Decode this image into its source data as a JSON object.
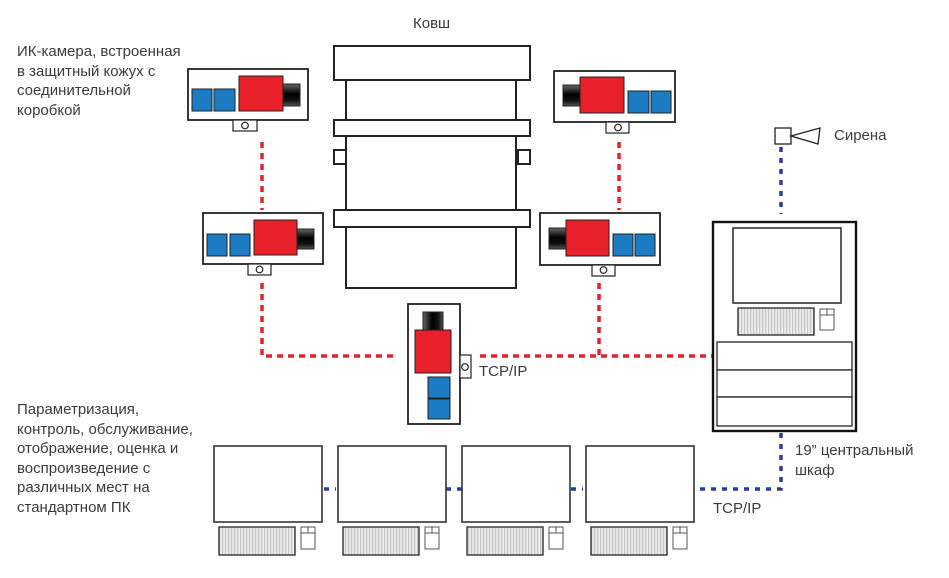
{
  "labels": {
    "ladle": "Ковш",
    "camera_note": [
      "ИК-камера, встроенная",
      "в защитный кожух с",
      "соединительной",
      "коробкой"
    ],
    "siren": "Сирена",
    "tcp_ip_center": "TCP/IP",
    "tcp_ip_bottom": "TCP/IP",
    "cabinet_note": [
      "19” центральный",
      "шкаф"
    ],
    "pc_note": [
      "Параметризация,",
      "контроль, обслуживание,",
      "отображение, оценка и",
      "воспроизведение с",
      "различных мест на",
      "стандартном ПК"
    ]
  },
  "colors": {
    "camera_body": "#e8202a",
    "connector_box": "#1b7cc4",
    "lens": "#111111",
    "camera_network_line": "#e0242a",
    "pc_network_line": "#2b3c9a",
    "outline": "#222222"
  },
  "components": {
    "cameras": [
      {
        "id": "cam-top-left",
        "lens_direction": "right"
      },
      {
        "id": "cam-top-right",
        "lens_direction": "left"
      },
      {
        "id": "cam-mid-left",
        "lens_direction": "right"
      },
      {
        "id": "cam-mid-right",
        "lens_direction": "left"
      },
      {
        "id": "cam-bottom-center",
        "lens_direction": "up"
      }
    ],
    "workstations": [
      {
        "id": "pc-1"
      },
      {
        "id": "pc-2"
      },
      {
        "id": "pc-3"
      },
      {
        "id": "pc-4"
      }
    ],
    "cabinet": {
      "id": "central-cabinet-19in",
      "drawers": 3
    },
    "siren": {
      "id": "siren"
    },
    "ladle": {
      "id": "ladle"
    }
  }
}
